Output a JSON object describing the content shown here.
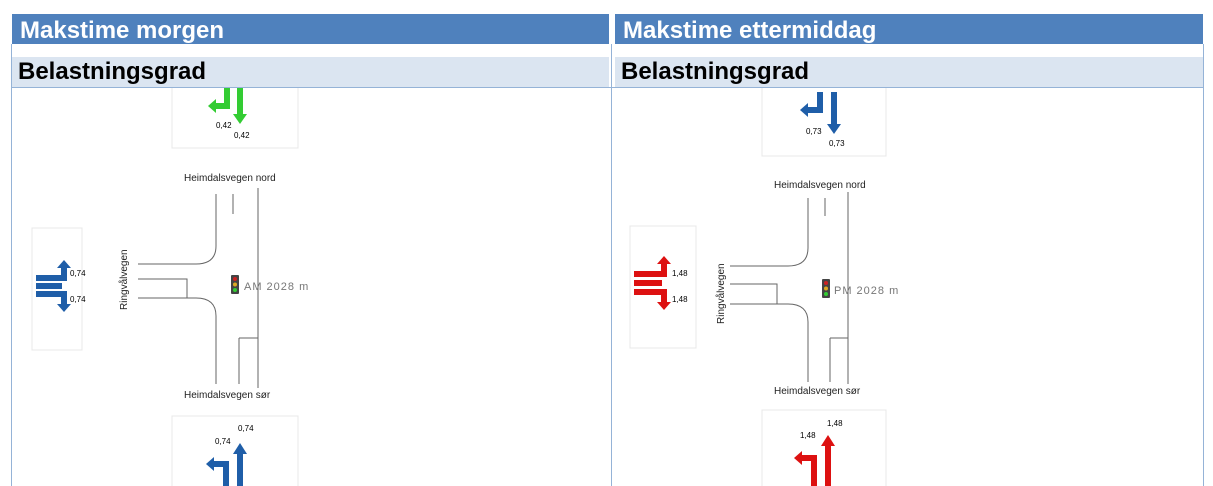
{
  "columns": [
    {
      "title": "Makstime morgen",
      "subtitle": "Belastningsgrad",
      "diagram": {
        "north_label": "Heimdalsvegen nord",
        "south_label": "Heimdalsvegen sør",
        "west_label": "Ringvålvegen",
        "signal_label": "AM 2028 m",
        "north_values": [
          "0,42",
          "0,42"
        ],
        "west_values": [
          "0,74",
          "0,74"
        ],
        "south_values": [
          "0,74",
          "0,74"
        ],
        "colors": {
          "north": "#33cc33",
          "west": "#1f5ea8",
          "south": "#1f5ea8"
        }
      }
    },
    {
      "title": "Makstime ettermiddag",
      "subtitle": "Belastningsgrad",
      "diagram": {
        "north_label": "Heimdalsvegen nord",
        "south_label": "Heimdalsvegen sør",
        "west_label": "Ringvålvegen",
        "signal_label": "PM 2028 m",
        "north_values": [
          "0,73",
          "0,73"
        ],
        "west_values": [
          "1,48",
          "1,48"
        ],
        "south_values": [
          "1,48",
          "1,48"
        ],
        "colors": {
          "north": "#1f5ea8",
          "west": "#dd1111",
          "south": "#dd1111"
        }
      }
    }
  ]
}
